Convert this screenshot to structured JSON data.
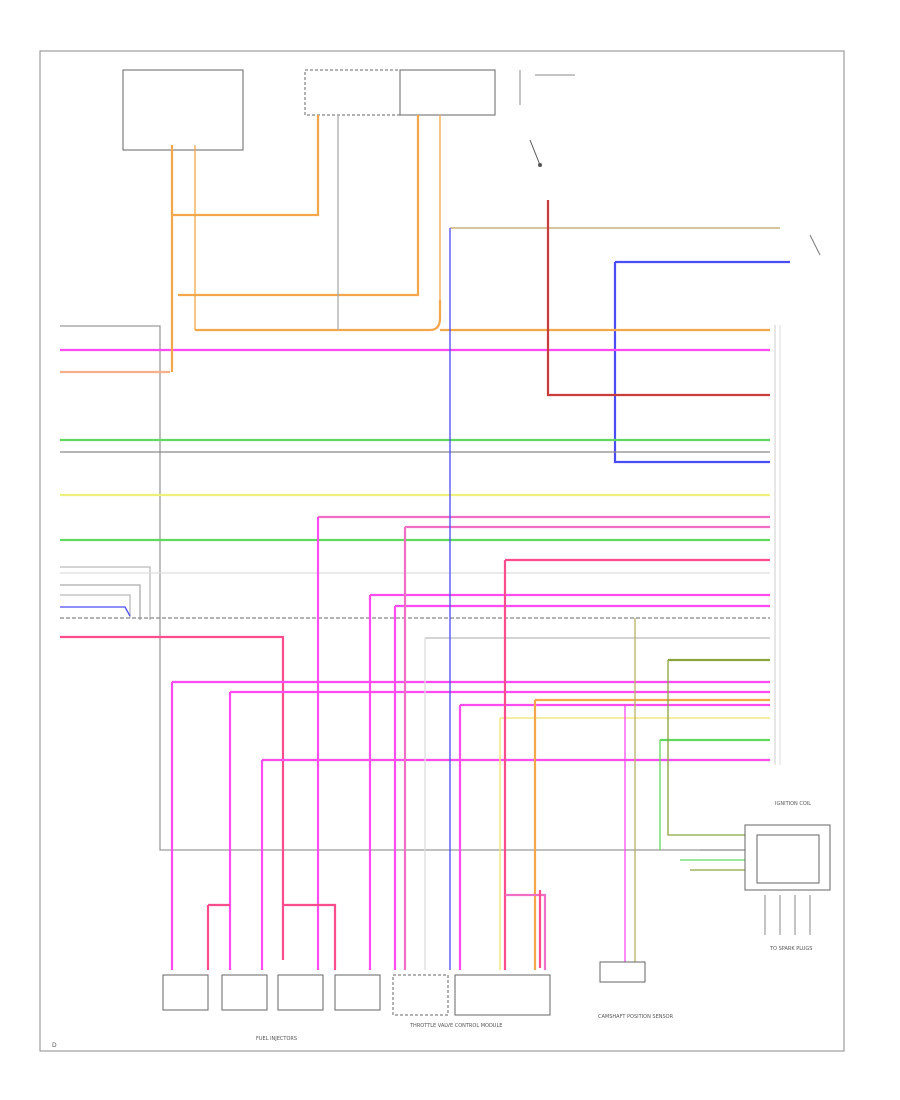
{
  "diagram": {
    "footer_code": "D",
    "colors": {
      "orange": "#f3a64a",
      "pink": "#ff4cf0",
      "green": "#5fd95f",
      "blue": "#4a4cf5",
      "yellow": "#eff07a",
      "red": "#c93c3c",
      "grey": "#9a9a9a",
      "light_pink": "#f06fc4",
      "peach": "#f4b087",
      "olive": "#8aa43c"
    },
    "bottom_labels": {
      "fuel_injectors": "FUEL INJECTORS",
      "throttle_module": "THROTTLE VALVE CONTROL MODULE",
      "camshaft_sensor": "CAMSHAFT POSITION SENSOR",
      "spark_plugs": "TO SPARK PLUGS",
      "ignition_coil": "IGNITION COIL"
    }
  }
}
